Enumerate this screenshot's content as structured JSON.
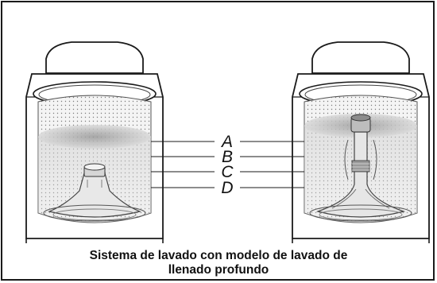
{
  "level_labels": {
    "a": "A",
    "b": "B",
    "c": "C",
    "d": "D"
  },
  "caption": {
    "line1": "Sistema de lavado con modelo de lavado de",
    "line2": "llenado profundo"
  }
}
